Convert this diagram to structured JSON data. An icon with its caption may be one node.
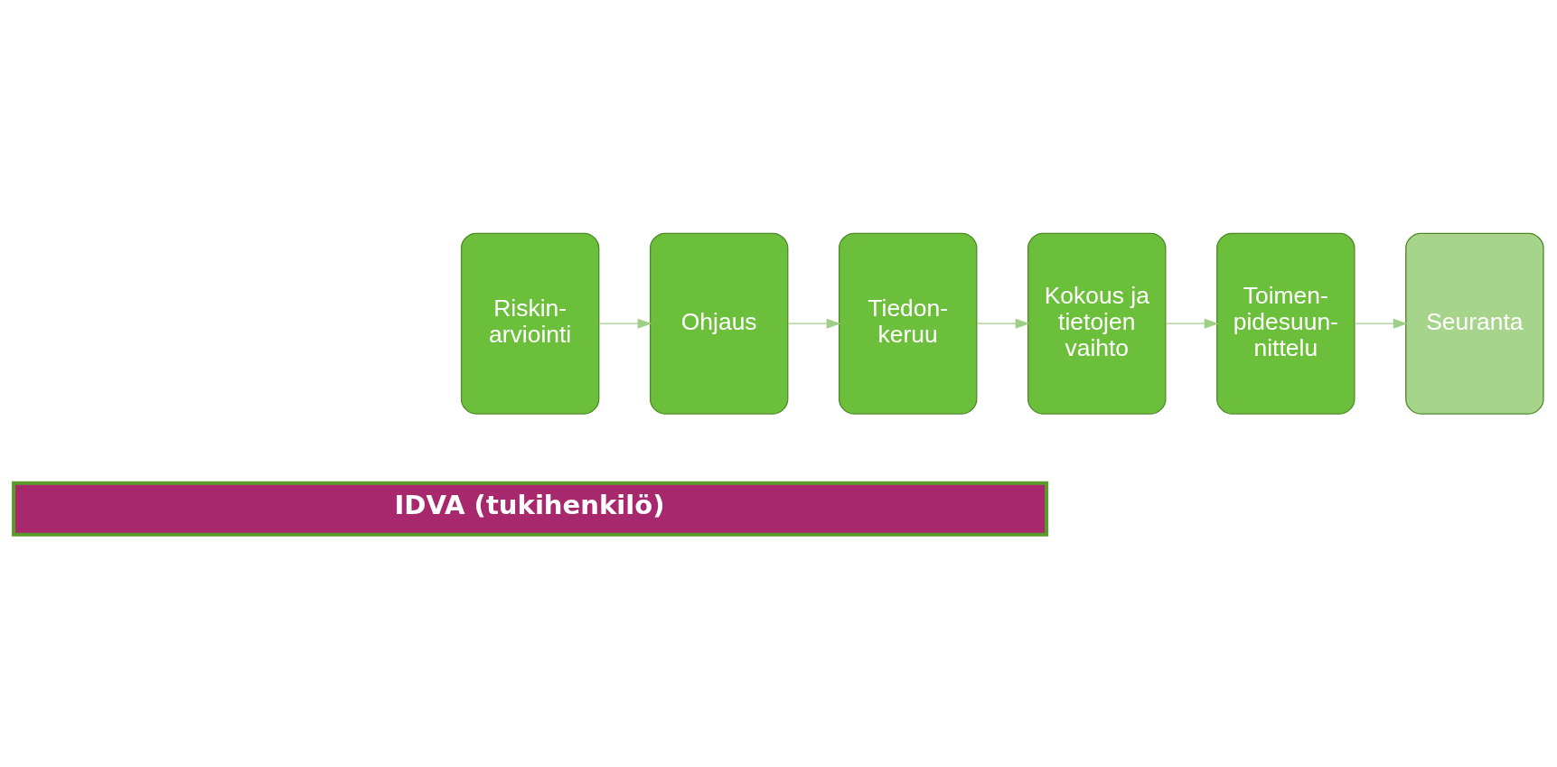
{
  "diagram": {
    "nodes": [
      {
        "text": [
          "Riskin- arviointi"
        ]
      },
      {
        "text": [
          "Ohjaus"
        ]
      },
      {
        "text": [
          "Tiedon- keruu"
        ]
      },
      {
        "text": [
          "Kokous ja tietojen vaihto"
        ]
      },
      {
        "text": [
          "Toimen- pidesuun- nittelu"
        ]
      },
      {
        "text": [
          "Seuranta"
        ]
      },
      {
        "text": [
          "IDVA (tukihenkilö)"
        ]
      }
    ],
    "edges": [
      {
        "from": 0,
        "to": 1,
        "arrow": "to"
      },
      {
        "from": 1,
        "to": 2,
        "arrow": "to"
      },
      {
        "from": 2,
        "to": 3,
        "arrow": "to"
      },
      {
        "from": 3,
        "to": 4,
        "arrow": "to"
      },
      {
        "from": 4,
        "to": 5,
        "arrow": "to"
      }
    ]
  }
}
